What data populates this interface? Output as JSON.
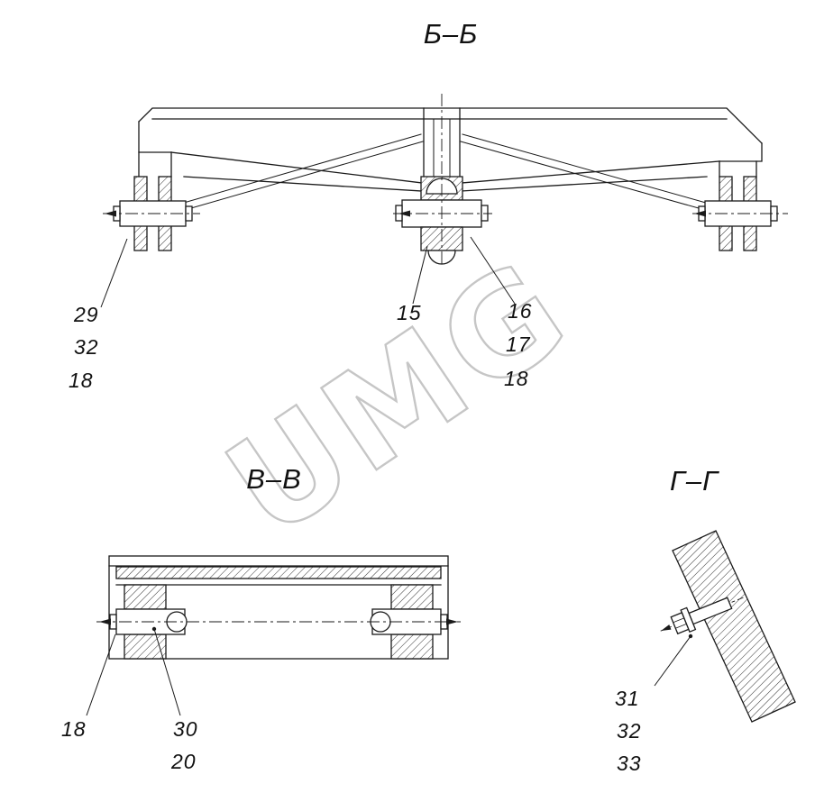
{
  "page": {
    "background": "#ffffff",
    "line_color": "#1a1a1a"
  },
  "watermark": {
    "text": "UMG",
    "color": "#c6c6c6"
  },
  "sections": {
    "bb": {
      "title": "Б–Б"
    },
    "vv": {
      "title": "В–В"
    },
    "gg": {
      "title": "Г–Г"
    }
  },
  "callouts": {
    "bb_left": [
      "29",
      "32",
      "18"
    ],
    "bb_center": [
      "15"
    ],
    "bb_right": [
      "16",
      "17",
      "18"
    ],
    "vv": [
      "18",
      "30",
      "20"
    ],
    "gg": [
      "31",
      "32",
      "33"
    ]
  }
}
